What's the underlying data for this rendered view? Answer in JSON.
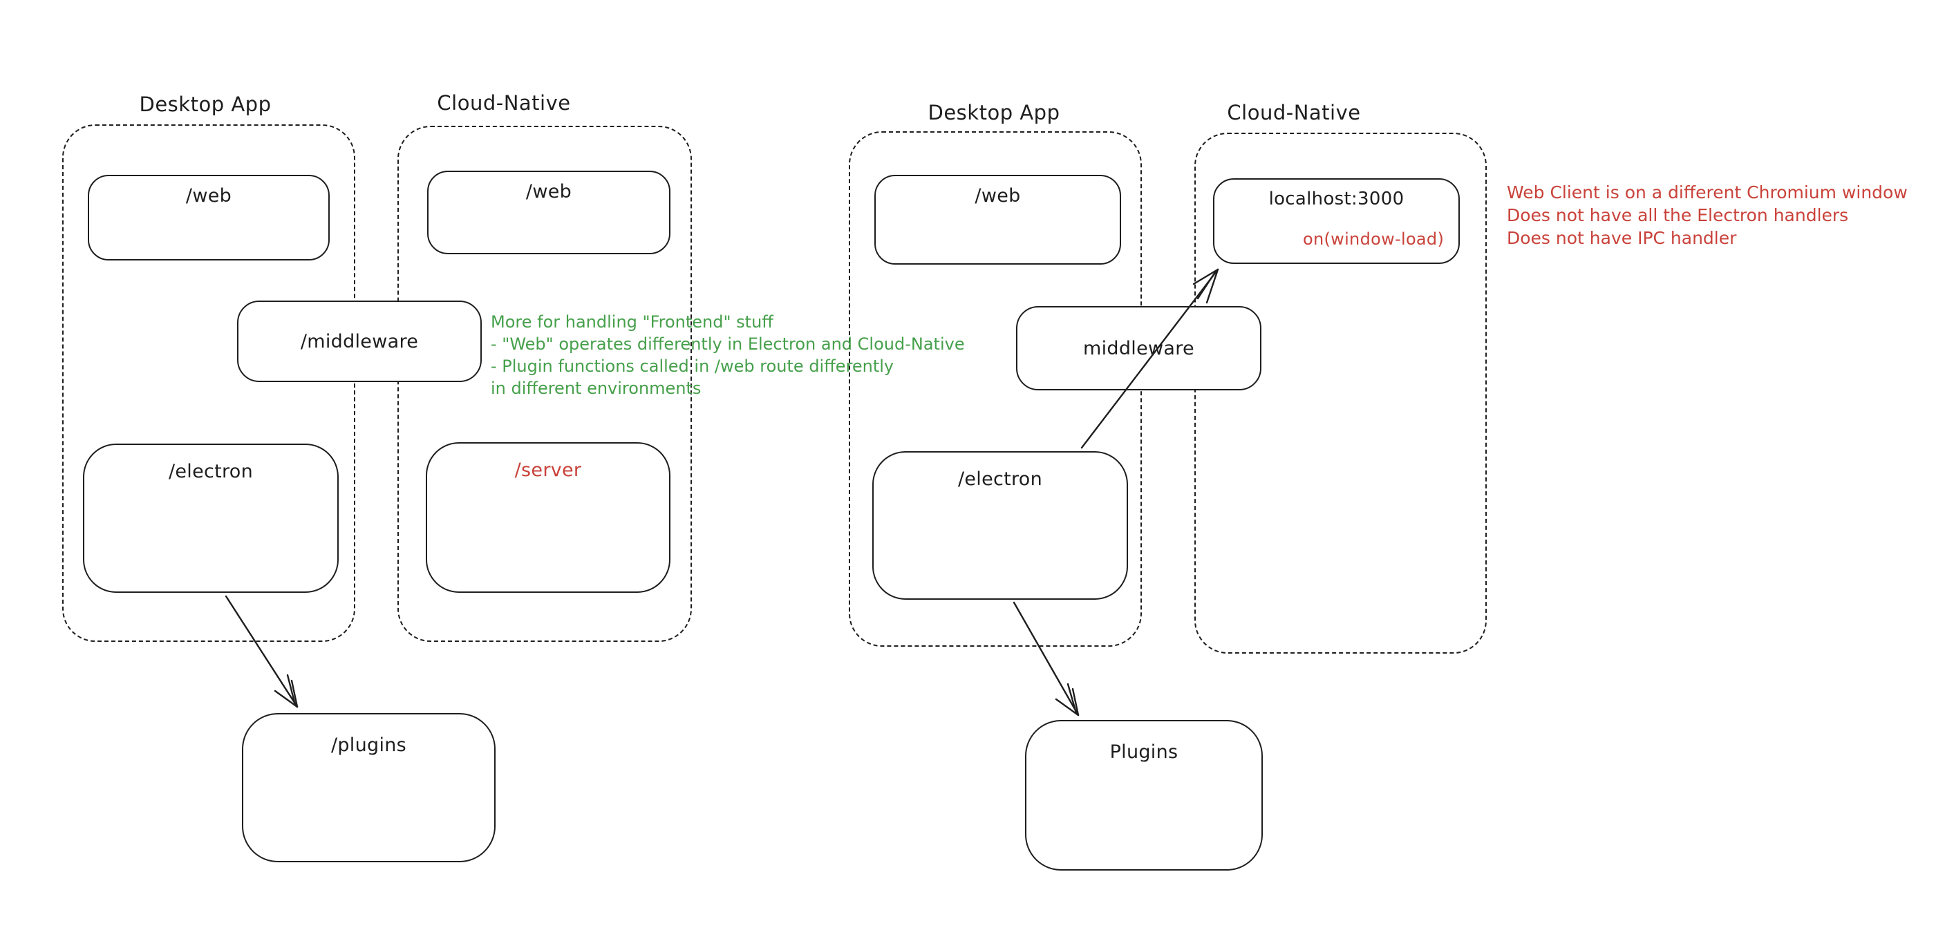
{
  "colors": {
    "ink": "#1e1e1e",
    "green": "#46a04b",
    "red": "#c9423a",
    "background": "#ffffff"
  },
  "left": {
    "desktop": {
      "label": "Desktop App",
      "web": "/web",
      "electron": "/electron"
    },
    "cloud": {
      "label": "Cloud-Native",
      "web": "/web",
      "server": "/server"
    },
    "middleware": "/middleware",
    "plugins": "/plugins",
    "green_note": {
      "line1": "More for handling \"Frontend\" stuff",
      "line2": "- \"Web\" operates differently in Electron and Cloud-Native",
      "line3": "- Plugin functions called in /web route differently",
      "line4": "in different environments"
    }
  },
  "right": {
    "desktop": {
      "label": "Desktop App",
      "web": "/web",
      "electron": "/electron"
    },
    "cloud": {
      "label": "Cloud-Native",
      "localhost": "localhost:3000",
      "window_load": "on(window-load)"
    },
    "middleware": "middleware",
    "plugins": "Plugins",
    "red_note": {
      "line1": "Web Client is on a different Chromium window",
      "line2": "Does not have all the Electron handlers",
      "line3": "Does not have IPC handler"
    }
  }
}
